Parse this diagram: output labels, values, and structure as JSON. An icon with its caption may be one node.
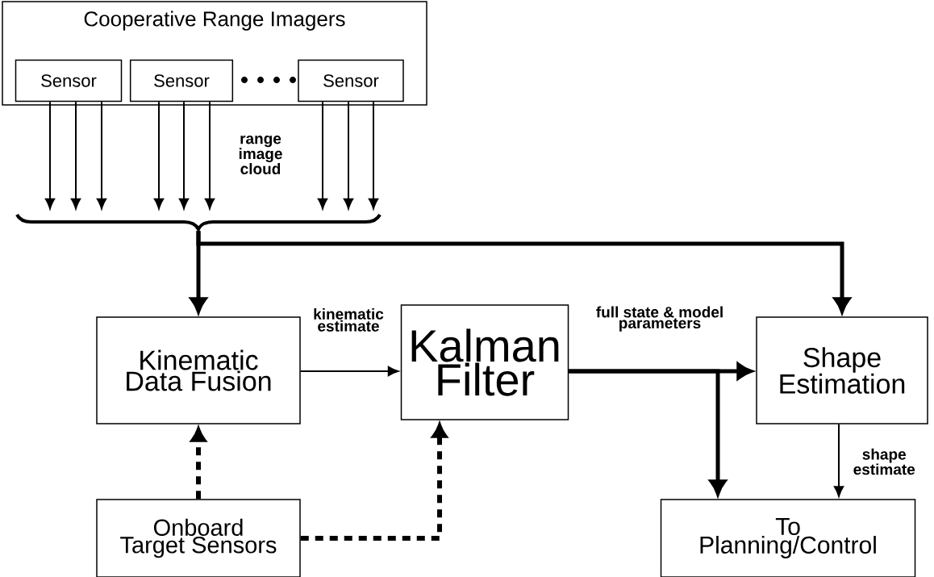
{
  "diagram": {
    "nodes": [
      {
        "text": [
          "Cooperative Range Imagers"
        ]
      },
      {
        "text": [
          "Sensor"
        ],
        "in": 0
      },
      {
        "text": [
          "Sensor"
        ],
        "in": 0
      },
      {
        "text": [
          "Sensor"
        ],
        "in": 0
      },
      {
        "text": [],
        "shape": "brace"
      },
      {
        "text": [
          "Kinematic Data Fusion"
        ]
      },
      {
        "text": [
          "Kalman Filter"
        ]
      },
      {
        "text": [
          "Shape Estimation"
        ]
      },
      {
        "text": [
          "Onboard Target Sensors"
        ]
      },
      {
        "text": [
          "To Planning/Control"
        ]
      }
    ],
    "edges": [
      {
        "from": 1,
        "to": 4,
        "arrow": "to"
      },
      {
        "from": 1,
        "to": 4,
        "arrow": "to"
      },
      {
        "from": 1,
        "to": 4,
        "arrow": "to"
      },
      {
        "from": 2,
        "to": 4,
        "arrow": "to"
      },
      {
        "from": 2,
        "to": 4,
        "arrow": "to"
      },
      {
        "from": 2,
        "to": 4,
        "arrow": "to"
      },
      {
        "from": 3,
        "to": 4,
        "arrow": "to"
      },
      {
        "from": 3,
        "to": 4,
        "arrow": "to"
      },
      {
        "from": 3,
        "to": 4,
        "arrow": "to"
      },
      {
        "from": 4,
        "to": 5,
        "arrow": "to",
        "style": "thick"
      },
      {
        "from": 4,
        "to": 7,
        "arrow": "to",
        "style": "thick"
      },
      {
        "from": 5,
        "to": 6,
        "arrow": "to",
        "label": "kinematic estimate"
      },
      {
        "from": 6,
        "to": 7,
        "arrow": "to",
        "label": "full state & model parameters",
        "style": "thick"
      },
      {
        "from": 6,
        "to": 9,
        "arrow": "to",
        "style": "thick"
      },
      {
        "from": 7,
        "to": 9,
        "arrow": "to",
        "label": "shape estimate"
      },
      {
        "from": 8,
        "to": 5,
        "arrow": "to",
        "style": "dashed"
      },
      {
        "from": 8,
        "to": 6,
        "arrow": "to",
        "style": "dashed"
      }
    ],
    "labels": [
      "range image cloud"
    ]
  }
}
